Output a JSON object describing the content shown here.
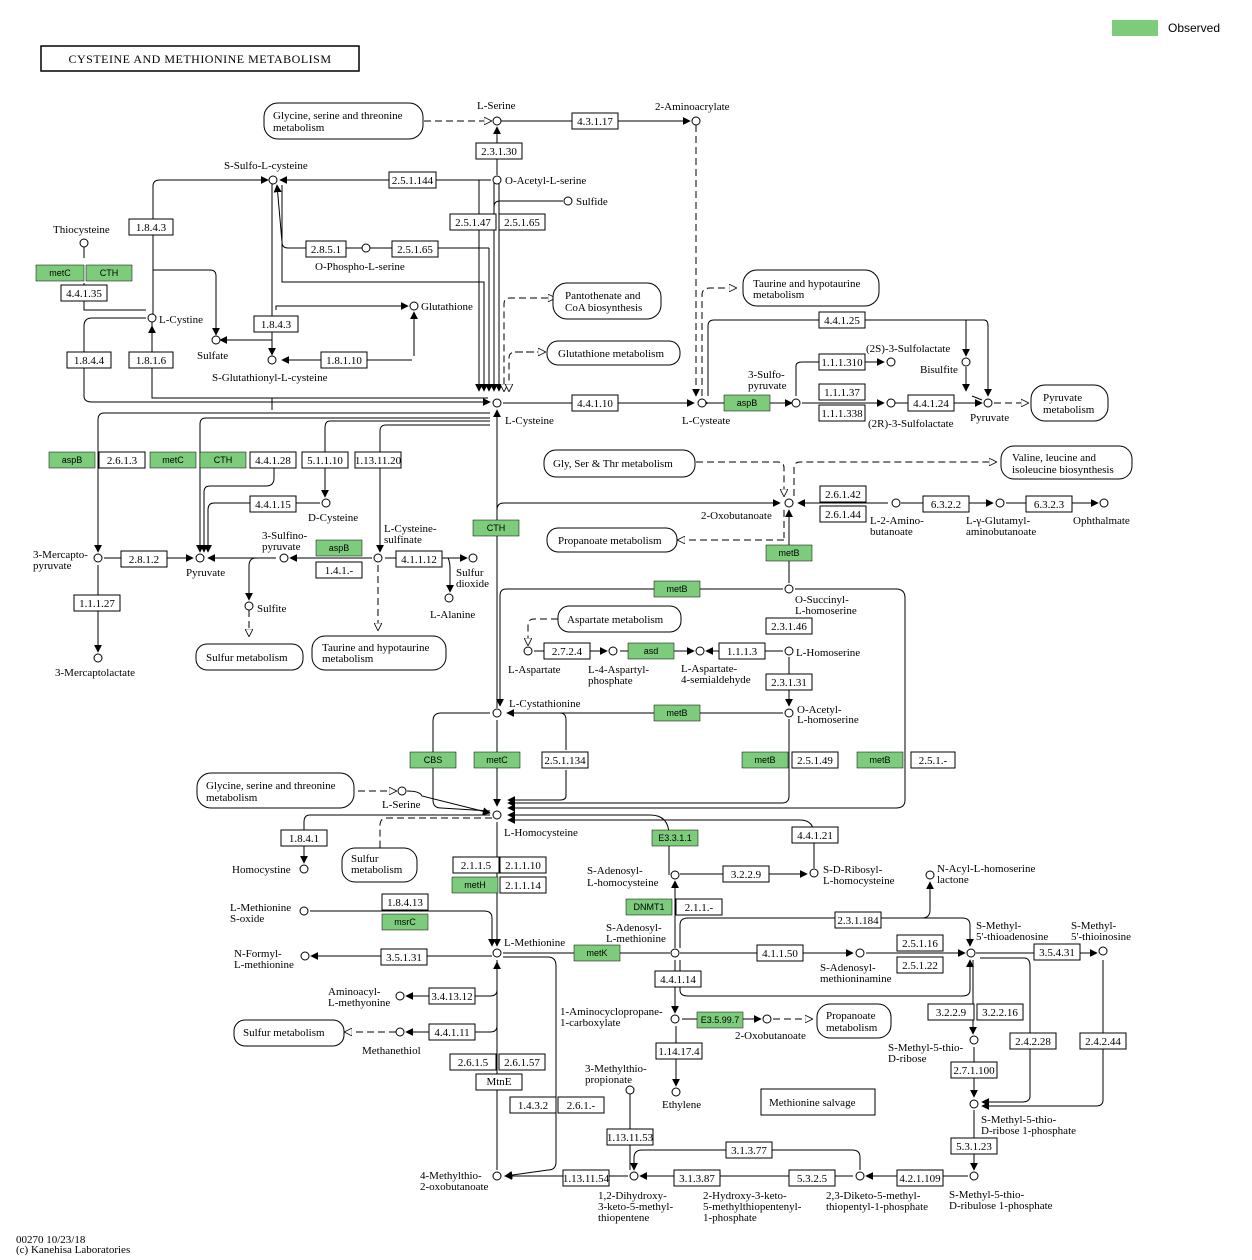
{
  "title": "CYSTEINE AND METHIONINE METABOLISM",
  "legend": {
    "label": "Observed",
    "color": "#7ccc7c"
  },
  "footer": {
    "line1": "00270 10/23/18",
    "line2": "(c) Kanehisa Laboratories"
  },
  "section_label": "Methionine  salvage",
  "compounds": {
    "serine": "L-Serine",
    "aminoacrylate": "2-Aminoacrylate",
    "sulfocys": "S-Sulfo-L-cysteine",
    "oacetylser": "O-Acetyl-L-serine",
    "sulfide": "Sulfide",
    "thiocysteine": "Thiocysteine",
    "ophosphoser": "O-Phospho-L-serine",
    "glutathione": "Glutathione",
    "lcystine": "L-Cystine",
    "sulfate": "Sulfate",
    "sglutcys": "S-Glutathionyl-L-cysteine",
    "lcysteine": "L-Cysteine",
    "lcysteate": "L-Cysteate",
    "sulfopyr1": "3-Sulfo-",
    "sulfopyr2": "pyruvate",
    "sulfolactate2s": "(2S)-3-Sulfolactate",
    "bisulfite": "Bisulfite",
    "pyruvate_r": "Pyruvate",
    "sulfolactate2r": "(2R)-3-Sulfolactate",
    "oxobut": "2-Oxobutanoate",
    "aminobut1": "L-2-Amino-",
    "aminobut2": "butanoate",
    "glutamyl1": "L-γ-Glutamyl-",
    "glutamyl2": "aminobutanoate",
    "ophthalmate": "Ophthalmate",
    "mercaptopyr1": "3-Mercapto-",
    "mercaptopyr2": "pyruvate",
    "pyruvate_l": "Pyruvate",
    "dcysteine": "D-Cysteine",
    "sulfinopyr1": "3-Sulfino-",
    "sulfinopyr2": "pyruvate",
    "cyssulf1": "L-Cysteine-",
    "cyssulf2": "sulfinate",
    "sulfurdiox1": "Sulfur",
    "sulfurdiox2": "dioxide",
    "sulfite": "Sulfite",
    "alanine": "L-Alanine",
    "mercaptolac": "3-Mercaptolactate",
    "osuccinyl1": "O-Succinyl-",
    "osuccinyl2": "L-homoserine",
    "laspartate": "L-Aspartate",
    "aspphos1": "L-4-Aspartyl-",
    "aspphos2": "phosphate",
    "aspsemi1": "L-Aspartate-",
    "aspsemi2": "4-semialdehyde",
    "lhomoserine": "L-Homoserine",
    "cystathionine": "L-Cystathionine",
    "oacetylhom1": "O-Acetyl-",
    "oacetylhom2": "L-homoserine",
    "lserine2": "L-Serine",
    "lhomocysteine": "L-Homocysteine",
    "homocystine": "Homocystine",
    "sadohcy1": "S-Adenosyl-",
    "sadohcy2": "L-homocysteine",
    "sribosyl1": "S-D-Ribosyl-",
    "sribosyl2": "L-homocysteine",
    "acylhom1": "N-Acyl-L-homoserine",
    "acylhom2": "lactone",
    "metsox1": "L-Methionine",
    "metsox2": "S-oxide",
    "lmethionine": "L-Methionine",
    "formylmet1": "N-Formyl-",
    "formylmet2": "L-methionine",
    "acylmet1": "Aminoacyl-",
    "acylmet2": "L-methyonine",
    "methanethiol": "Methanethiol",
    "sam1": "S-Adenosyl-",
    "sam2": "L-methionine",
    "samamine1": "S-Adenosyl-",
    "samamine2": "methioninamine",
    "mta1": "S-Methyl-",
    "mta2": "5'-thioadenosine",
    "mtio1": "S-Methyl-",
    "mtio2": "5'-thioinosine",
    "acc1": "1-Aminocyclopropane-",
    "acc2": "1-carboxylate",
    "oxobut2": "2-Oxobutanoate",
    "ethylene": "Ethylene",
    "mtprop1": "3-Methylthio-",
    "mtprop2": "propionate",
    "mtr1": "S-Methyl-5-thio-",
    "mtr2": "D-ribose",
    "mtrp1": "S-Methyl-5-thio-",
    "mtrp2": "D-ribose 1-phosphate",
    "mob1": "4-Methylthio-",
    "mob2": "2-oxobutanoate",
    "dhk1": "1,2-Dihydroxy-",
    "dhk2": "3-keto-5-methyl-",
    "dhk3": "thiopentene",
    "hk1": "2-Hydroxy-3-keto-",
    "hk2": "5-methylthiopentenyl-",
    "hk3": "1-phosphate",
    "dk1": "2,3-Diketo-5-methyl-",
    "dk2": "thiopentyl-1-phosphate",
    "mtru1": "S-Methyl-5-thio-",
    "mtru2": "D-ribulose 1-phosphate"
  },
  "maps": {
    "glyser1": "Glycine, serine and threonine",
    "glyser2": "metabolism",
    "panto1": "Pantothenate and",
    "panto2": "CoA biosynthesis",
    "glut": "Glutathione metabolism",
    "taurine1": "Taurine and hypotaurine",
    "taurine2": "metabolism",
    "pyrmet1": "Pyruvate",
    "pyrmet2": "metabolism",
    "glysthr": "Gly, Ser & Thr metabolism",
    "valine1": "Valine, leucine and",
    "valine2": "isoleucine biosynthesis",
    "propanoate": "Propanoate metabolism",
    "sulfur1": "Sulfur metabolism",
    "taurine3": "Taurine and hypotaurine",
    "taurine4": "metabolism",
    "aspartate": "Aspartate metabolism",
    "glyser3": "Glycine, serine and threonine",
    "glyser4": "metabolism",
    "sulfur2a": "Sulfur",
    "sulfur2b": "metabolism",
    "sulfur3": "Sulfur metabolism",
    "prop2a": "Propanoate",
    "prop2b": "metabolism"
  },
  "enzymes": {
    "e43117": "4.3.1.17",
    "e23130": "2.3.1.30",
    "e251144": "2.5.1.144",
    "e25147": "2.5.1.47",
    "e25165": "2.5.1.65",
    "e1843a": "1.8.4.3",
    "e2851": "2.8.5.1",
    "e25165b": "2.5.1.65",
    "e44135": "4.4.1.35",
    "e1843b": "1.8.4.3",
    "e18110": "1.8.1.10",
    "e1844": "1.8.4.4",
    "e1816": "1.8.1.6",
    "e44110": "4.4.1.10",
    "e44125": "4.4.1.25",
    "e111310": "1.1.1.310",
    "e11137": "1.1.1.37",
    "e111338": "1.1.1.338",
    "e44124": "4.4.1.24",
    "e2613": "2.6.1.3",
    "e44128": "4.4.1.28",
    "e51110": "5.1.1.10",
    "e1131120": "1.13.11.20",
    "e44115": "4.4.1.15",
    "e2812": "2.8.1.2",
    "e141": "1.4.1.-",
    "e41112": "4.1.1.12",
    "e11127": "1.1.1.27",
    "e26142": "2.6.1.42",
    "e26144": "2.6.1.44",
    "e6322": "6.3.2.2",
    "e6323": "6.3.2.3",
    "e2724": "2.7.2.4",
    "e1113": "1.1.1.3",
    "e23146": "2.3.1.46",
    "e23131": "2.3.1.31",
    "e251134": "2.5.1.134",
    "e25149": "2.5.1.49",
    "e251": "2.5.1.-",
    "e1841": "1.8.4.1",
    "e2115": "2.1.1.5",
    "e21110": "2.1.1.10",
    "e21114": "2.1.1.14",
    "e18413": "1.8.4.13",
    "e44121": "4.4.1.21",
    "e3229": "3.2.2.9",
    "e211": "2.1.1.-",
    "e231184": "2.3.1.184",
    "e35131": "3.5.1.31",
    "e341312": "3.4.13.12",
    "e44111": "4.4.1.11",
    "e44114": "4.4.1.14",
    "e41150": "4.1.1.50",
    "e25116": "2.5.1.16",
    "e25122": "2.5.1.22",
    "e35431": "3.5.4.31",
    "e3229b": "3.2.2.9",
    "e32216": "3.2.2.16",
    "e24228": "2.4.2.28",
    "e24244": "2.4.2.44",
    "e114174": "1.14.17.4",
    "e2615": "2.6.1.5",
    "e26157": "2.6.1.57",
    "e1432": "1.4.3.2",
    "e261": "2.6.1.-",
    "e2711100": "2.7.1.100",
    "e53123": "5.3.1.23",
    "e1131153": "1.13.11.53",
    "e31377": "3.1.3.77",
    "e1131154": "1.13.11.54",
    "e31387": "3.1.3.87",
    "e5325": "5.3.2.5",
    "e421109": "4.2.1.109"
  },
  "genes": {
    "metC1": "metC",
    "cth1": "CTH",
    "aspB1": "aspB",
    "aspB2": "aspB",
    "metC2": "metC",
    "cth2": "CTH",
    "aspB3": "aspB",
    "cth3": "CTH",
    "metB1": "metB",
    "metB2": "metB",
    "asd": "asd",
    "metB3": "metB",
    "cbs": "CBS",
    "metC3": "metC",
    "metB4": "metB",
    "metB5": "metB",
    "e3311": "E3.3.1.1",
    "metH": "metH",
    "msrC": "msrC",
    "dnmt1": "DNMT1",
    "metK": "metK",
    "e35997": "E3.5.99.7",
    "mtnE": "MtnE"
  }
}
